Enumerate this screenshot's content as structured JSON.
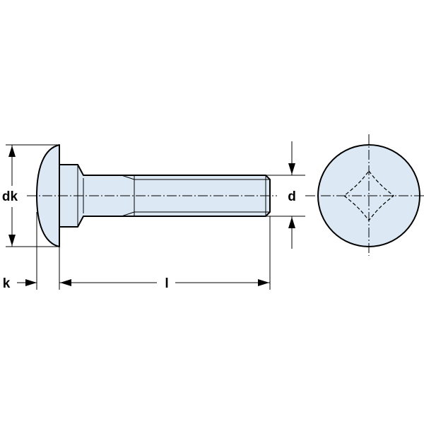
{
  "labels": {
    "head_diameter": "dk",
    "head_height": "k",
    "length": "l",
    "thread_diameter": "d"
  },
  "colors": {
    "part_fill": "#dce9f5",
    "line": "#000000",
    "background": "#ffffff"
  }
}
